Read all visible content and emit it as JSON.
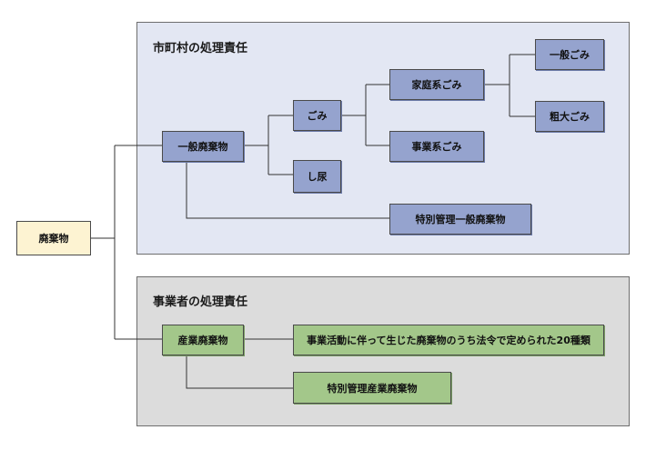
{
  "root": "廃棄物",
  "municipal": {
    "title": "市町村の処理責任",
    "general_waste": "一般廃棄物",
    "garbage": "ごみ",
    "night_soil": "し尿",
    "household": "家庭系ごみ",
    "business": "事業系ごみ",
    "general_garbage": "一般ごみ",
    "bulky": "粗大ごみ",
    "special_general": "特別管理一般廃棄物"
  },
  "business_operator": {
    "title": "事業者の処理責任",
    "industrial": "産業廃棄物",
    "twenty_types": "事業活動に伴って生じた廃棄物のうち法令で定められた20種類",
    "special_industrial": "特別管理産業廃棄物"
  }
}
